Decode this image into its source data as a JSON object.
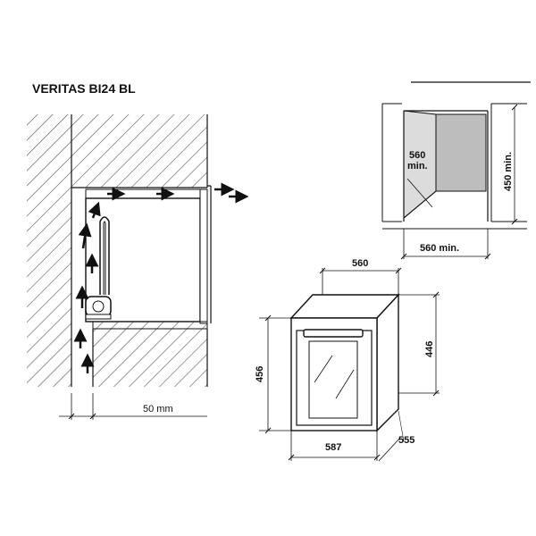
{
  "title": "VERITAS BI24 BL",
  "ventilation": {
    "gap_label": "50 mm"
  },
  "niche": {
    "depth_label_line1": "560",
    "depth_label_line2": "min.",
    "height_label": "450 min.",
    "width_label": "560 min."
  },
  "appliance": {
    "top_width_label": "560",
    "height_label": "456",
    "door_height_label": "446",
    "front_width_label": "587",
    "depth_label": "555"
  },
  "colors": {
    "line": "#111111",
    "hatch": "#555555",
    "niche_fill": "#bdbdbd",
    "niche_fill_light": "#dcdcdc"
  }
}
